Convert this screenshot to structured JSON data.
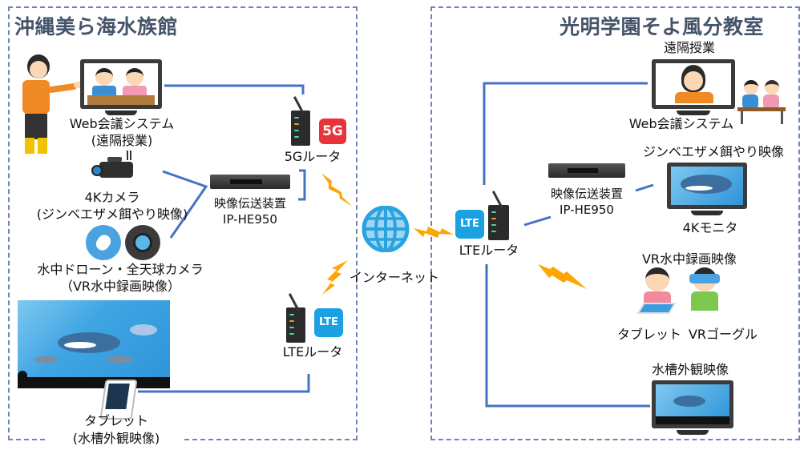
{
  "left_site": {
    "title": "沖縄美ら海水族館",
    "web_conf": {
      "line1": "Web会議システム",
      "line2": "(遠隔授業)"
    },
    "camera_4k": {
      "line1": "4Kカメラ",
      "line2": "(ジンベエザメ餌やり映像)"
    },
    "drone": {
      "line1": "水中ドローン・全天球カメラ",
      "line2": "（VR水中録画映像）"
    },
    "tablet": {
      "line1": "タブレット",
      "line2": "(水槽外観映像)"
    },
    "encoder": {
      "line1": "映像伝送装置",
      "line2": "IP-HE950"
    },
    "router_5g": {
      "label": "5Gルータ",
      "badge": "5G"
    },
    "router_lte": {
      "label": "LTEルータ",
      "badge": "LTE"
    }
  },
  "internet": {
    "label": "インターネット"
  },
  "right_site": {
    "title": "光明学園そよ風分教室",
    "remote_class": {
      "top": "遠隔授業",
      "bottom": "Web会議システム"
    },
    "router_lte": {
      "label": "LTEルータ",
      "badge": "LTE"
    },
    "encoder": {
      "line1": "映像伝送装置",
      "line2": "IP-HE950"
    },
    "monitor_4k": {
      "top": "ジンベエザメ餌やり映像",
      "bottom": "4Kモニタ"
    },
    "vr": {
      "top": "VR水中録画映像",
      "tablet": "タブレット",
      "goggle": "VRゴーグル"
    },
    "tank_view": {
      "top": "水槽外観映像"
    }
  },
  "colors": {
    "link": "#4472c4",
    "region_border": "#6f86b3",
    "title": "#44546a",
    "wireless": "#ffa500",
    "badge_5g": "#e8333a",
    "badge_lte": "#1ba1e2",
    "globe": "#29a3e0"
  }
}
